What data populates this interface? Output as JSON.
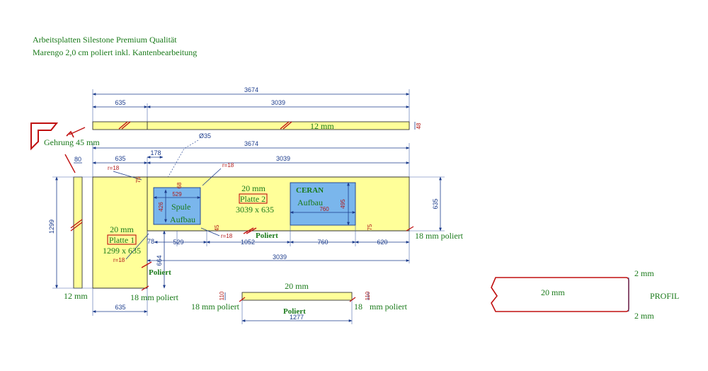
{
  "header": {
    "line1": "Arbeitsplatten Silestone Premium Qualität",
    "line2": "Marengo 2,0 cm poliert inkl. Kantenbearbeitung"
  },
  "miter": {
    "label": "Gehrung 45 mm"
  },
  "top_strip": {
    "total": "3674",
    "left": "635",
    "right": "3039",
    "thickness": "12 mm",
    "end_height": "48"
  },
  "dims": {
    "total": "3674",
    "left": "635",
    "right": "3039",
    "width_80": "80",
    "sink_offset": "178",
    "hole": "Ø35",
    "radius_a": "r=18",
    "radius_b": "r=18",
    "radius_c": "r=18",
    "radius_d": "r=18",
    "p1_height": "1299",
    "p2_height": "635",
    "sink_w": "529",
    "sink_h": "426",
    "sink_top": "68",
    "sink_top_left": "75",
    "sink_bottom_left": "45",
    "sink_left": "78",
    "sink_below": "664",
    "cer_w": "760",
    "cer_h": "495",
    "cer_right": "75",
    "row_529": "529",
    "row_1052": "1052",
    "row_760": "760",
    "row_620": "620",
    "row_3039": "3039",
    "p1_bottom": "635",
    "strip_12": "12 mm"
  },
  "platte1": {
    "thickness": "20 mm",
    "name": "Platte 1",
    "size": "1299 x 635"
  },
  "platte2": {
    "thickness": "20 mm",
    "name": "Platte 2",
    "size": "3039 x 635"
  },
  "sink": {
    "line1": "Spule",
    "line2": "Aufbau"
  },
  "ceran": {
    "line1": "CERAN",
    "line2": "Aufbau"
  },
  "labels": {
    "poliert_a": "Poliert",
    "poliert_b": "Poliert",
    "poliert_c": "Poliert",
    "edge_right": "18 mm poliert",
    "edge_bottom": "18 mm poliert"
  },
  "small_piece": {
    "thickness": "20 mm",
    "left_h": "110",
    "right_h": "110",
    "left_label": "18 mm poliert",
    "right_label_a": "18",
    "right_label_b": "mm poliert",
    "width": "1277"
  },
  "profile": {
    "top": "2 mm",
    "middle": "20 mm",
    "bottom": "2 mm",
    "label": "PROFIL"
  }
}
